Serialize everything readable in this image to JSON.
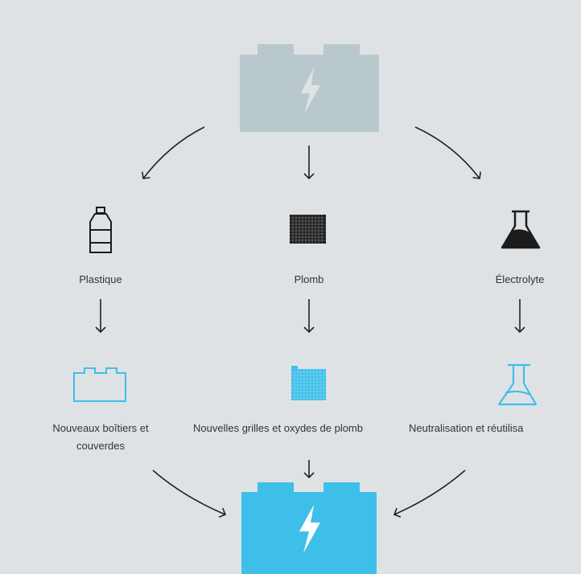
{
  "colors": {
    "background": "#dfe2e5",
    "old_battery": "#b9c8cd",
    "new_battery": "#3ebfea",
    "icon_dark": "#1c1c1c",
    "icon_blue": "#3ebfea",
    "arrow": "#222222"
  },
  "icons": {
    "old_battery": "battery-bolt-icon",
    "plastic": "plastic-bottle-icon",
    "lead": "lead-grid-icon",
    "electrolyte": "flask-filled-icon",
    "new_cases": "battery-case-outline-icon",
    "new_grids": "lead-grid-blue-icon",
    "neutralisation": "flask-outline-icon",
    "new_battery": "battery-bolt-icon"
  },
  "components": {
    "plastic": "Plastique",
    "lead": "Plomb",
    "electrolyte": "Électrolyte"
  },
  "outputs": {
    "plastic_line1": "Nouveaux boîtiers et",
    "plastic_line2": "couverdes",
    "lead": "Nouvelles grilles et oxydes de plomb",
    "electrolyte": "Neutralisation et réutilisa"
  }
}
